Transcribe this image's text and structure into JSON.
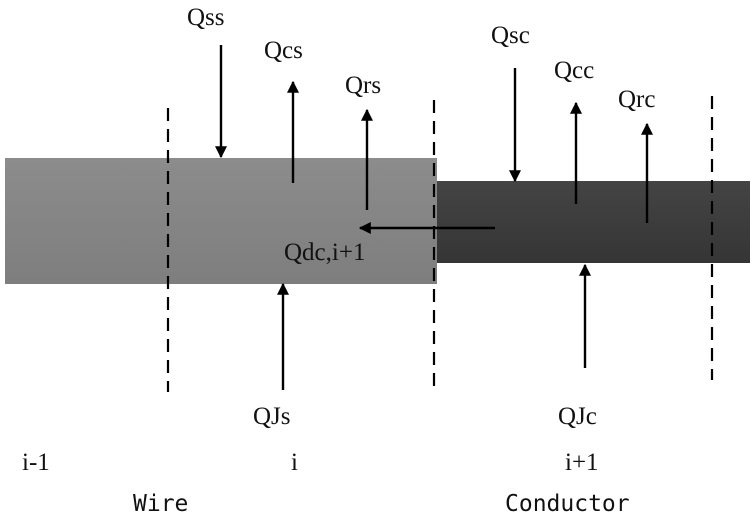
{
  "flux_labels": {
    "qss": "Qss",
    "qcs": "Qcs",
    "qrs": "Qrs",
    "qsc": "Qsc",
    "qcc": "Qcc",
    "qrc": "Qrc",
    "qdc": "Qdc,i+1",
    "qjs": "QJs",
    "qjc": "QJc"
  },
  "segment_labels": {
    "prev": "i-1",
    "current": "i",
    "next": "i+1"
  },
  "material_labels": {
    "wire": "Wire",
    "conductor": "Conductor"
  },
  "colors": {
    "wire_fill": "#888888",
    "conductor_fill": "#3d3d3d",
    "arrow": "#000000",
    "boundary": "#000000",
    "text": "#111111"
  }
}
